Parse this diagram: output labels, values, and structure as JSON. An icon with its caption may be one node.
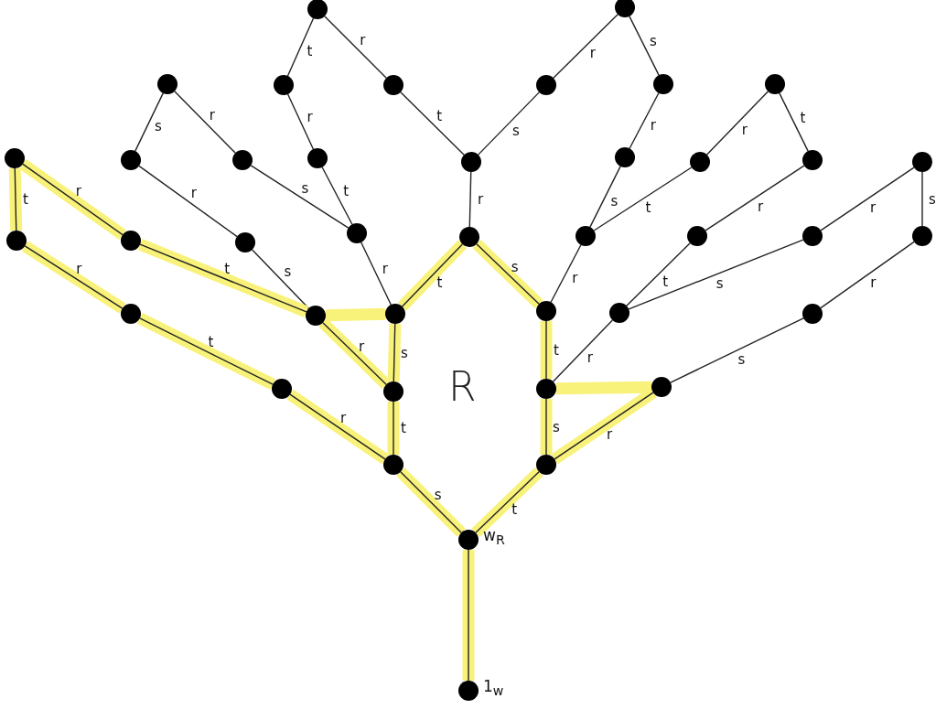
{
  "diagram": {
    "nodes": [
      {
        "text": [],
        "shape": "circle"
      },
      {
        "text": [],
        "shape": "circle"
      },
      {
        "text": [],
        "shape": "circle"
      },
      {
        "text": [],
        "shape": "circle"
      },
      {
        "text": [],
        "shape": "circle"
      },
      {
        "text": [],
        "shape": "circle"
      },
      {
        "text": [],
        "shape": "circle"
      },
      {
        "text": [],
        "shape": "circle"
      },
      {
        "text": [],
        "shape": "circle"
      },
      {
        "text": [],
        "shape": "circle"
      },
      {
        "text": [],
        "shape": "circle"
      },
      {
        "text": [],
        "shape": "circle"
      },
      {
        "text": [],
        "shape": "circle"
      },
      {
        "text": [],
        "shape": "circle"
      },
      {
        "text": [],
        "shape": "circle"
      },
      {
        "text": [],
        "shape": "circle"
      },
      {
        "text": [],
        "shape": "circle"
      },
      {
        "text": [],
        "shape": "circle"
      },
      {
        "text": [],
        "shape": "circle"
      },
      {
        "text": [],
        "shape": "circle"
      },
      {
        "text": [],
        "shape": "circle"
      },
      {
        "text": [],
        "shape": "circle"
      },
      {
        "text": [],
        "shape": "circle"
      },
      {
        "text": [],
        "shape": "circle"
      },
      {
        "text": [],
        "shape": "circle"
      },
      {
        "text": [],
        "shape": "circle"
      },
      {
        "text": [],
        "shape": "circle"
      },
      {
        "text": [],
        "shape": "circle"
      },
      {
        "text": [],
        "shape": "circle"
      },
      {
        "text": [],
        "shape": "circle"
      },
      {
        "text": [],
        "shape": "circle"
      },
      {
        "text": [],
        "shape": "circle"
      },
      {
        "text": [],
        "shape": "circle"
      },
      {
        "text": [],
        "shape": "circle"
      },
      {
        "text": [],
        "shape": "circle"
      },
      {
        "text": [],
        "shape": "circle"
      },
      {
        "text": [],
        "shape": "circle"
      },
      {
        "text": [],
        "shape": "circle"
      },
      {
        "text": [],
        "shape": "circle",
        "beside": [
          "w$_{R}$"
        ]
      },
      {
        "text": [],
        "shape": "circle",
        "beside": [
          "1$_{w}$"
        ]
      }
    ],
    "edges": [
      {
        "from": 21,
        "to": 12,
        "arrow": "none",
        "label": "r"
      },
      {
        "from": 12,
        "to": 4,
        "arrow": "none",
        "label": "t"
      },
      {
        "from": 4,
        "to": 0,
        "arrow": "none",
        "label": "r"
      },
      {
        "from": 0,
        "to": 3,
        "arrow": "none",
        "label": "t"
      },
      {
        "from": 3,
        "to": 11,
        "arrow": "none",
        "label": "r"
      },
      {
        "from": 11,
        "to": 20,
        "arrow": "none",
        "label": "t"
      },
      {
        "from": 20,
        "to": 28,
        "arrow": "none",
        "label": "r"
      },
      {
        "from": 12,
        "to": 5,
        "arrow": "none",
        "label": "s"
      },
      {
        "from": 5,
        "to": 1,
        "arrow": "none",
        "label": "r"
      },
      {
        "from": 1,
        "to": 6,
        "arrow": "none",
        "label": "s"
      },
      {
        "from": 6,
        "to": 13,
        "arrow": "none",
        "label": "r"
      },
      {
        "from": 13,
        "to": 22,
        "arrow": "none",
        "label": "s"
      },
      {
        "from": 22,
        "to": 29,
        "arrow": "none",
        "label": "r"
      },
      {
        "from": 20,
        "to": 10,
        "arrow": "none",
        "label": "s"
      },
      {
        "from": 10,
        "to": 2,
        "arrow": "none",
        "label": "r"
      },
      {
        "from": 2,
        "to": 9,
        "arrow": "none",
        "label": "s"
      },
      {
        "from": 9,
        "to": 19,
        "arrow": "none",
        "label": "r"
      },
      {
        "from": 19,
        "to": 27,
        "arrow": "none",
        "label": "s"
      },
      {
        "from": 27,
        "to": 28,
        "arrow": "none",
        "style": "thick",
        "color": "#f8f27a"
      },
      {
        "from": 27,
        "to": 33,
        "arrow": "none",
        "label": "r",
        "style": "thick",
        "color": "#f8f27a"
      },
      {
        "from": 8,
        "to": 18,
        "arrow": "none",
        "label": "r",
        "style": "thick",
        "color": "#f8f27a"
      },
      {
        "from": 18,
        "to": 27,
        "arrow": "none",
        "label": "t",
        "style": "thick",
        "color": "#f8f27a"
      },
      {
        "from": 8,
        "to": 17,
        "arrow": "none",
        "label": "t",
        "style": "thick",
        "color": "#f8f27a"
      },
      {
        "from": 17,
        "to": 26,
        "arrow": "none",
        "label": "r",
        "style": "thick",
        "color": "#f8f27a"
      },
      {
        "from": 26,
        "to": 32,
        "arrow": "none",
        "label": "t",
        "style": "thick",
        "color": "#f8f27a"
      },
      {
        "from": 32,
        "to": 36,
        "arrow": "none",
        "label": "r",
        "style": "thick",
        "color": "#f8f27a"
      },
      {
        "from": 21,
        "to": 28,
        "arrow": "none",
        "label": "t",
        "style": "thick",
        "color": "#f8f27a"
      },
      {
        "from": 21,
        "to": 29,
        "arrow": "none",
        "label": "s",
        "style": "thick",
        "color": "#f8f27a"
      },
      {
        "from": 28,
        "to": 33,
        "arrow": "none",
        "label": "s",
        "style": "thick",
        "color": "#f8f27a"
      },
      {
        "from": 33,
        "to": 36,
        "arrow": "none",
        "label": "t",
        "style": "thick",
        "color": "#f8f27a"
      },
      {
        "from": 36,
        "to": 38,
        "arrow": "none",
        "label": "s",
        "style": "thick",
        "color": "#f8f27a"
      },
      {
        "from": 29,
        "to": 34,
        "arrow": "none",
        "label": "t",
        "style": "thick",
        "color": "#f8f27a"
      },
      {
        "from": 34,
        "to": 37,
        "arrow": "none",
        "label": "s",
        "style": "thick",
        "color": "#f8f27a"
      },
      {
        "from": 37,
        "to": 38,
        "arrow": "none",
        "label": "t",
        "style": "thick",
        "color": "#f8f27a"
      },
      {
        "from": 38,
        "to": 39,
        "arrow": "none",
        "style": "thick",
        "color": "#f8f27a"
      },
      {
        "from": 22,
        "to": 14,
        "arrow": "none",
        "label": "t"
      },
      {
        "from": 14,
        "to": 7,
        "arrow": "none",
        "label": "r"
      },
      {
        "from": 7,
        "to": 15,
        "arrow": "none",
        "label": "t"
      },
      {
        "from": 15,
        "to": 23,
        "arrow": "none",
        "label": "r"
      },
      {
        "from": 23,
        "to": 30,
        "arrow": "none",
        "label": "t"
      },
      {
        "from": 30,
        "to": 34,
        "arrow": "none",
        "label": "r"
      },
      {
        "from": 30,
        "to": 24,
        "arrow": "none",
        "label": "s"
      },
      {
        "from": 24,
        "to": 16,
        "arrow": "none",
        "label": "r"
      },
      {
        "from": 16,
        "to": 25,
        "arrow": "none",
        "label": "s"
      },
      {
        "from": 25,
        "to": 31,
        "arrow": "none",
        "label": "r"
      },
      {
        "from": 31,
        "to": 35,
        "arrow": "none",
        "label": "s"
      },
      {
        "from": 35,
        "to": 34,
        "arrow": "none",
        "style": "thick",
        "color": "#f8f27a"
      },
      {
        "from": 35,
        "to": 37,
        "arrow": "none",
        "label": "r",
        "style": "thick",
        "color": "#f8f27a"
      }
    ],
    "labels": [
      "R"
    ]
  }
}
